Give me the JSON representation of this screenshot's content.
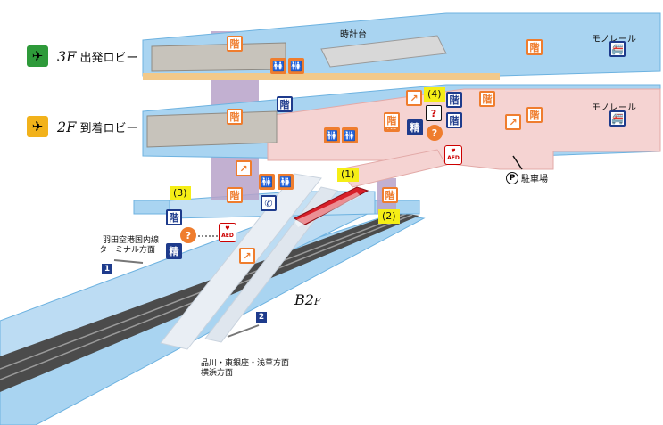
{
  "floors": {
    "f3": {
      "floor": "3",
      "f": "F",
      "name": "出発ロビー",
      "icon": "departure-plane-icon",
      "color": "#2e9a3a"
    },
    "f2": {
      "floor": "2",
      "f": "F",
      "name": "到着ロビー",
      "icon": "arrival-plane-icon",
      "color": "#f2b21b"
    },
    "b2": {
      "floor": "B2",
      "f": "F"
    }
  },
  "labels": {
    "clock_tower": "時計台",
    "monorail_3f": "モノレール",
    "monorail_2f": "モノレール",
    "parking": "駐車場",
    "parking_symbol": "P",
    "direction_domestic_line1": "羽田空港国内線",
    "direction_domestic_line2": "ターミナル方面",
    "direction_city_line1": "品川・東銀座・浅草方面",
    "direction_city_line2": "横浜方面"
  },
  "callouts": [
    "(1)",
    "(2)",
    "(3)",
    "(4)"
  ],
  "platforms": [
    "1",
    "2"
  ],
  "icon_glyphs": {
    "stairs": "階",
    "escalator": "↗",
    "toilet": "🚻",
    "info": "?",
    "fare": "精",
    "phone": "✆",
    "monorail": "🚝",
    "aed_text": "AED"
  },
  "colors": {
    "floor_blue": "#a9d4f1",
    "floor_blue_edge": "#6db2e0",
    "floor_pink": "#f5d3d2",
    "floor_gray": "#c7c3bb",
    "purple_shaft": "#b7a2c9",
    "train_red": "#d71f29",
    "callout_yellow": "#f5ee16",
    "accent_orange": "#ef7d2e",
    "accent_navy": "#1e3b8c"
  }
}
